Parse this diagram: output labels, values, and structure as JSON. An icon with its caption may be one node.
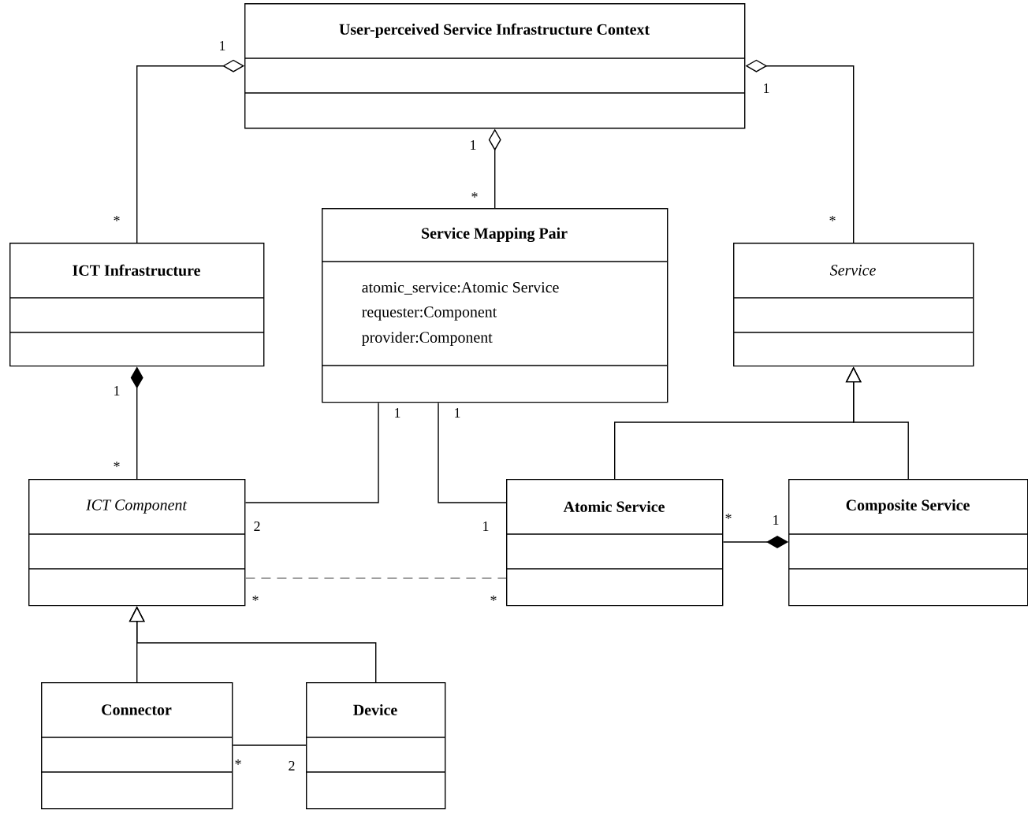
{
  "diagram": {
    "nodes": [
      {
        "text": [
          "User-perceived Service Infrastructure Context"
        ]
      },
      {
        "text": [
          "ICT Infrastructure"
        ]
      },
      {
        "text": [
          "Service Mapping Pair",
          "atomic_service:Atomic Service",
          "requester:Component",
          "provider:Component"
        ]
      },
      {
        "text": [
          "Service"
        ]
      },
      {
        "text": [
          "ICT Component"
        ]
      },
      {
        "text": [
          "Atomic Service"
        ]
      },
      {
        "text": [
          "Composite Service"
        ]
      },
      {
        "text": [
          "Connector"
        ]
      },
      {
        "text": [
          "Device"
        ]
      }
    ],
    "edges": [
      {
        "from": 1,
        "to": 0,
        "arrow": "other"
      },
      {
        "from": 3,
        "to": 0,
        "arrow": "other"
      },
      {
        "from": 2,
        "to": 0,
        "arrow": "other"
      },
      {
        "from": 4,
        "to": 1,
        "arrow": "other"
      },
      {
        "from": 4,
        "to": 2,
        "arrow": "none"
      },
      {
        "from": 5,
        "to": 2,
        "arrow": "none"
      },
      {
        "from": 5,
        "to": 3,
        "arrow": "to"
      },
      {
        "from": 6,
        "to": 3,
        "arrow": "to"
      },
      {
        "from": 5,
        "to": 6,
        "arrow": "other"
      },
      {
        "from": 4,
        "to": 5,
        "arrow": "none",
        "style": "dashed",
        "color": "#808080"
      },
      {
        "from": 7,
        "to": 4,
        "arrow": "to"
      },
      {
        "from": 8,
        "to": 4,
        "arrow": "to"
      },
      {
        "from": 7,
        "to": 8,
        "arrow": "none"
      }
    ],
    "labels": [
      "1",
      "1",
      "1",
      "*",
      "*",
      "*",
      "1",
      "1",
      "1",
      "*",
      "2",
      "1",
      "*",
      "1",
      "*",
      "*",
      "*",
      "2"
    ]
  }
}
